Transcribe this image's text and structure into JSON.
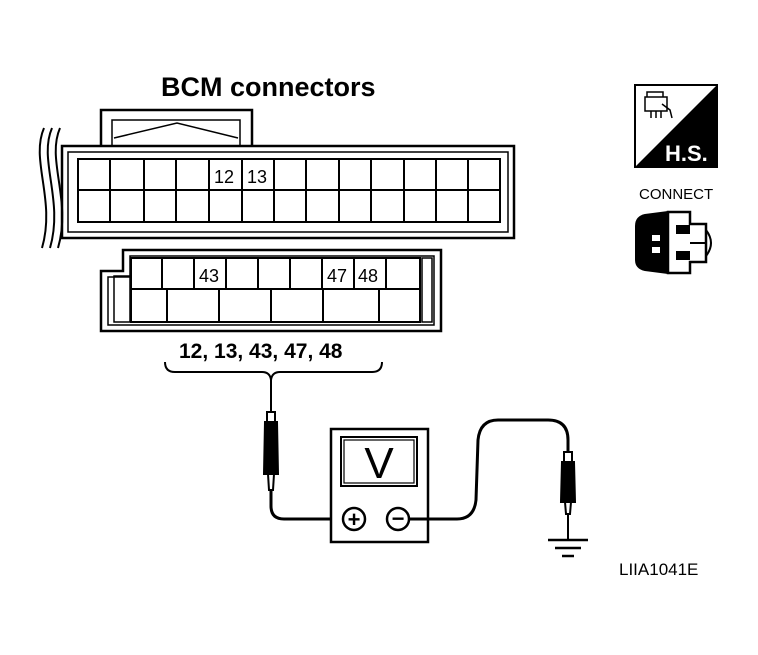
{
  "title": "BCM connectors",
  "upper_connector": {
    "pin_labels": [
      "12",
      "13"
    ]
  },
  "lower_connector": {
    "pin_labels": [
      "43",
      "47",
      "48"
    ]
  },
  "terminal_list": "12, 13, 43, 47, 48",
  "meter": {
    "display": "V",
    "plus_symbol": "+",
    "minus_symbol": "−"
  },
  "icons": {
    "harness_side": "H.S.",
    "connect_label": "CONNECT"
  },
  "figure_code": "LIIA1041E"
}
